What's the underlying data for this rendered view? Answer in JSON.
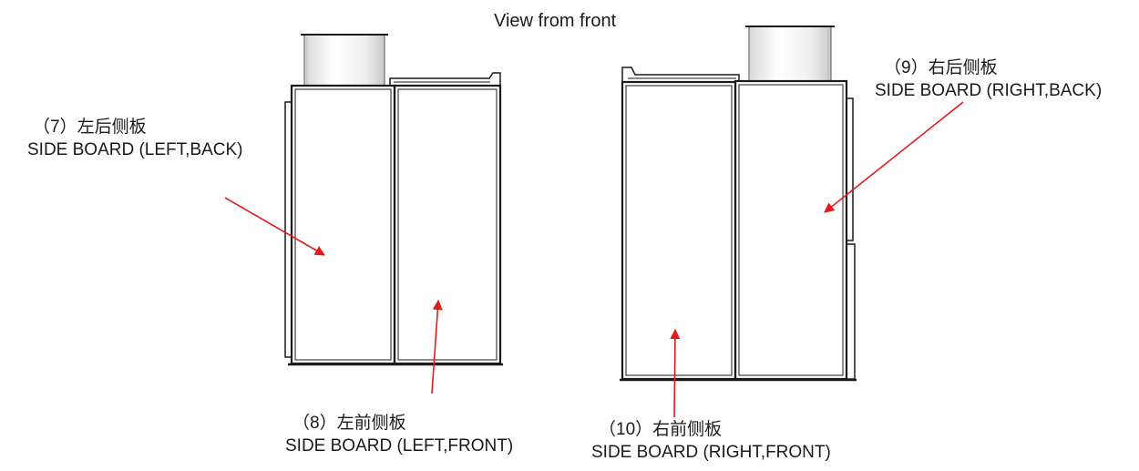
{
  "title": "View from front",
  "labels": {
    "left_back": {
      "cn": "（7）左后侧板",
      "en": "SIDE BOARD (LEFT,BACK)"
    },
    "left_front": {
      "cn": "（8）左前侧板",
      "en": "SIDE BOARD (LEFT,FRONT)"
    },
    "right_back": {
      "cn": "（9）右后侧板",
      "en": "SIDE BOARD (RIGHT,BACK)"
    },
    "right_front": {
      "cn": "（10）右前侧板",
      "en": "SIDE BOARD (RIGHT,FRONT)"
    }
  },
  "colors": {
    "arrow": "#e41a1a",
    "outline": "#1a1a1a",
    "text": "#1a1a1a"
  }
}
